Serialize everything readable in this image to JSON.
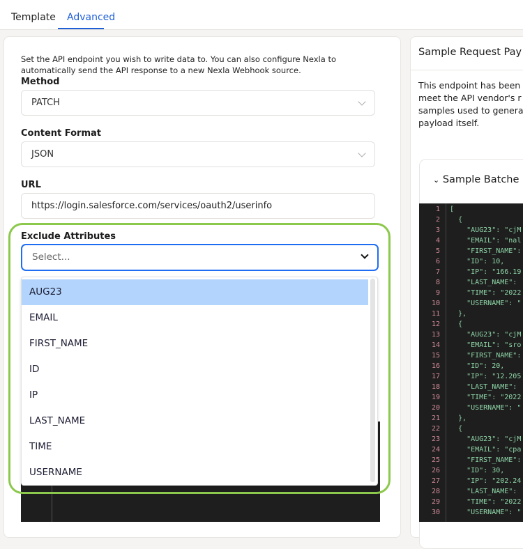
{
  "tabs": [
    {
      "label": "Template"
    },
    {
      "label": "Advanced",
      "active": true
    }
  ],
  "left": {
    "description": "Set the API endpoint you wish to write data to. You can also configure Nexla to automatically send the API response to a new Nexla Webhook source.",
    "method": {
      "label": "Method",
      "value": "PATCH"
    },
    "content_format": {
      "label": "Content Format",
      "value": "JSON"
    },
    "url": {
      "label": "URL",
      "value": "https://login.salesforce.com/services/oauth2/userinfo"
    },
    "exclude": {
      "label": "Exclude Attributes",
      "placeholder": "Select...",
      "options": [
        "AUG23",
        "EMAIL",
        "FIRST_NAME",
        "ID",
        "IP",
        "LAST_NAME",
        "TIME",
        "USERNAME"
      ],
      "highlighted": "AUG23"
    }
  },
  "right": {
    "title": "Sample Request Pay",
    "description": [
      "This endpoint has been",
      "meet the API vendor's r",
      "samples used to genera",
      "payload itself."
    ],
    "sample_title": "Sample Batche",
    "code_lines": [
      "[",
      "  {",
      "    \"AUG23\": \"cjM",
      "    \"EMAIL\": \"nal",
      "    \"FIRST_NAME\":",
      "    \"ID\": 10,",
      "    \"IP\": \"166.19",
      "    \"LAST_NAME\":",
      "    \"TIME\": \"2022",
      "    \"USERNAME\": \"",
      "  },",
      "  {",
      "    \"AUG23\": \"cjM",
      "    \"EMAIL\": \"sro",
      "    \"FIRST_NAME\":",
      "    \"ID\": 20,",
      "    \"IP\": \"12.205",
      "    \"LAST_NAME\":",
      "    \"TIME\": \"2022",
      "    \"USERNAME\": \"",
      "  },",
      "  {",
      "    \"AUG23\": \"cjM",
      "    \"EMAIL\": \"cpa",
      "    \"FIRST_NAME\":",
      "    \"ID\": 30,",
      "    \"IP\": \"202.24",
      "    \"LAST_NAME\":",
      "    \"TIME\": \"2022",
      "    \"USERNAME\": \""
    ]
  },
  "colors": {
    "accent": "#1f5fd6",
    "highlight_outline": "#8cc84b",
    "option_highlight": "#b3d4fc"
  }
}
